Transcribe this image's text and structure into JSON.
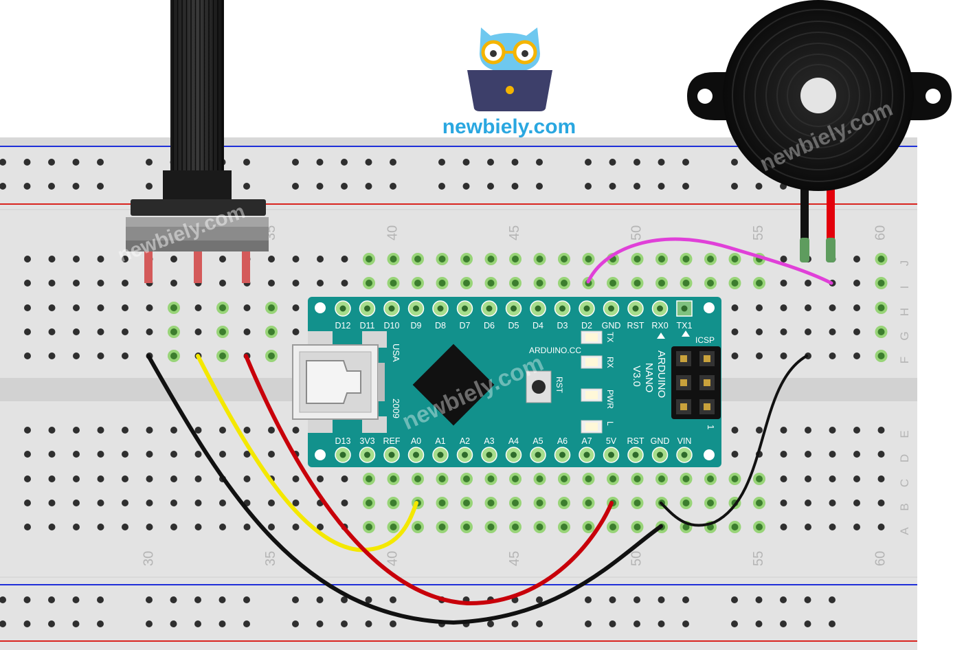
{
  "logo": {
    "text": "newbiely.com"
  },
  "watermarks": {
    "potentiometer": "newbiely.com",
    "arduino": "newbiely.com",
    "buzzer": "newbiely.com"
  },
  "breadboard": {
    "column_numbers": [
      "30",
      "35",
      "40",
      "45",
      "50",
      "55",
      "60"
    ],
    "row_letters_top": [
      "J",
      "I",
      "H",
      "G",
      "F"
    ],
    "row_letters_bottom": [
      "E",
      "D",
      "C",
      "B",
      "A"
    ],
    "colors": {
      "body": "#e3e3e3",
      "rail_red": "#d9231e",
      "rail_blue": "#1e2fd9",
      "hole": "#2f2f2f",
      "hole_active": "#8fd16b"
    }
  },
  "arduino": {
    "top_pins": [
      "D12",
      "D11",
      "D10",
      "D9",
      "D8",
      "D7",
      "D6",
      "D5",
      "D4",
      "D3",
      "D2",
      "GND",
      "RST",
      "RX0",
      "TX1"
    ],
    "bottom_pins": [
      "D13",
      "3V3",
      "REF",
      "A0",
      "A1",
      "A2",
      "A3",
      "A4",
      "A5",
      "A6",
      "A7",
      "5V",
      "RST",
      "GND",
      "VIN"
    ],
    "brand": "ARDUINO.CC",
    "model_line1": "ARDUINO",
    "model_line2": "NANO",
    "model_line3": "V3.0",
    "usa": "USA",
    "year": "2009",
    "icsp": "ICSP",
    "icsp_pin1": "1",
    "rst_button": "RST",
    "leds": [
      "TX",
      "RX",
      "PWR",
      "L"
    ],
    "colors": {
      "board": "#12918c",
      "chip": "#111111"
    }
  },
  "wires": {
    "colors": {
      "black": "#111111",
      "yellow": "#f4e800",
      "red": "#c8000a",
      "magenta": "#e040d8"
    }
  }
}
